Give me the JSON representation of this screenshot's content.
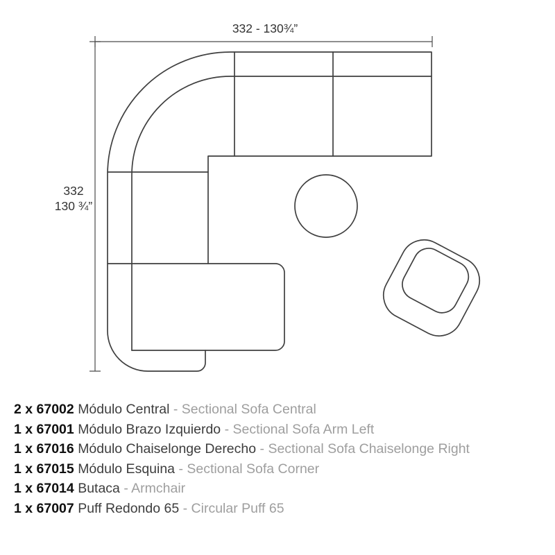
{
  "colors": {
    "line": "#3f3f3f",
    "dim_line": "#4a4a4a",
    "dim_text": "#333333",
    "name_en_gray": "#9e9e9e"
  },
  "dimensions": {
    "width_label": "332 - 130¾”",
    "height_label_1": "332",
    "height_label_2": "130 ¾”"
  },
  "parts": [
    {
      "qty_code": "2 x 67002",
      "name_es": "Módulo Central",
      "name_en": "- Sectional Sofa Central"
    },
    {
      "qty_code": "1 x 67001",
      "name_es": "Módulo Brazo Izquierdo",
      "name_en": "- Sectional Sofa Arm Left"
    },
    {
      "qty_code": "1 x 67016",
      "name_es": "Módulo Chaiselonge Derecho",
      "name_en": "- Sectional Sofa Chaiselonge Right"
    },
    {
      "qty_code": "1 x 67015",
      "name_es": "Módulo Esquina",
      "name_en": "- Sectional Sofa Corner"
    },
    {
      "qty_code": "1 x 67014",
      "name_es": "Butaca",
      "name_en": "- Armchair"
    },
    {
      "qty_code": "1 x 67007",
      "name_es": "Puff Redondo 65",
      "name_en": "- Circular Puff 65"
    }
  ]
}
